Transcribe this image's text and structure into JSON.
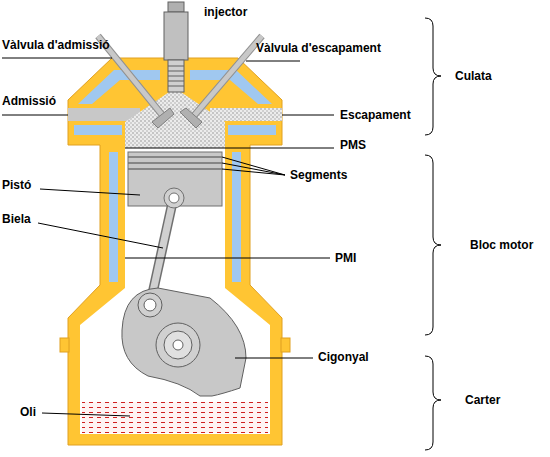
{
  "diagram": {
    "labels": [
      "injector",
      "Vàlvula d'admissió",
      "Vàlvula d'escapament",
      "Culata",
      "Admissió",
      "Escapament",
      "PMS",
      "Segments",
      "Pistó",
      "Biela",
      "PMI",
      "Bloc motor",
      "Cigonyal",
      "Carter",
      "Oli"
    ]
  }
}
